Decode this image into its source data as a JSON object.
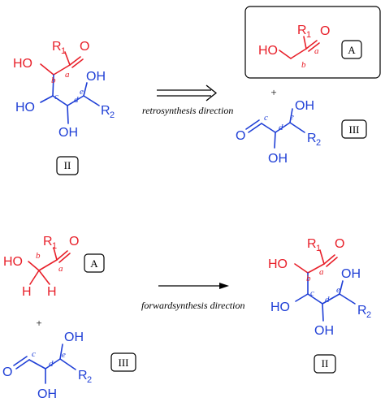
{
  "atoms": {
    "HO": "HO",
    "OH": "OH",
    "O": "O",
    "H": "H",
    "R": "R",
    "sub1": "1",
    "sub2": "2"
  },
  "bond_labels": {
    "a": "a",
    "b": "b",
    "c": "c",
    "d": "d",
    "e": "e"
  },
  "labels": {
    "A": "A",
    "II": "II",
    "III": "III",
    "plus": "+"
  },
  "arrows": {
    "retro": "retrosynthesis direction",
    "forward": "forwardsynthesis direction"
  },
  "colors": {
    "red": "#e8202a",
    "blue": "#1f3fd6",
    "black": "#000000"
  }
}
